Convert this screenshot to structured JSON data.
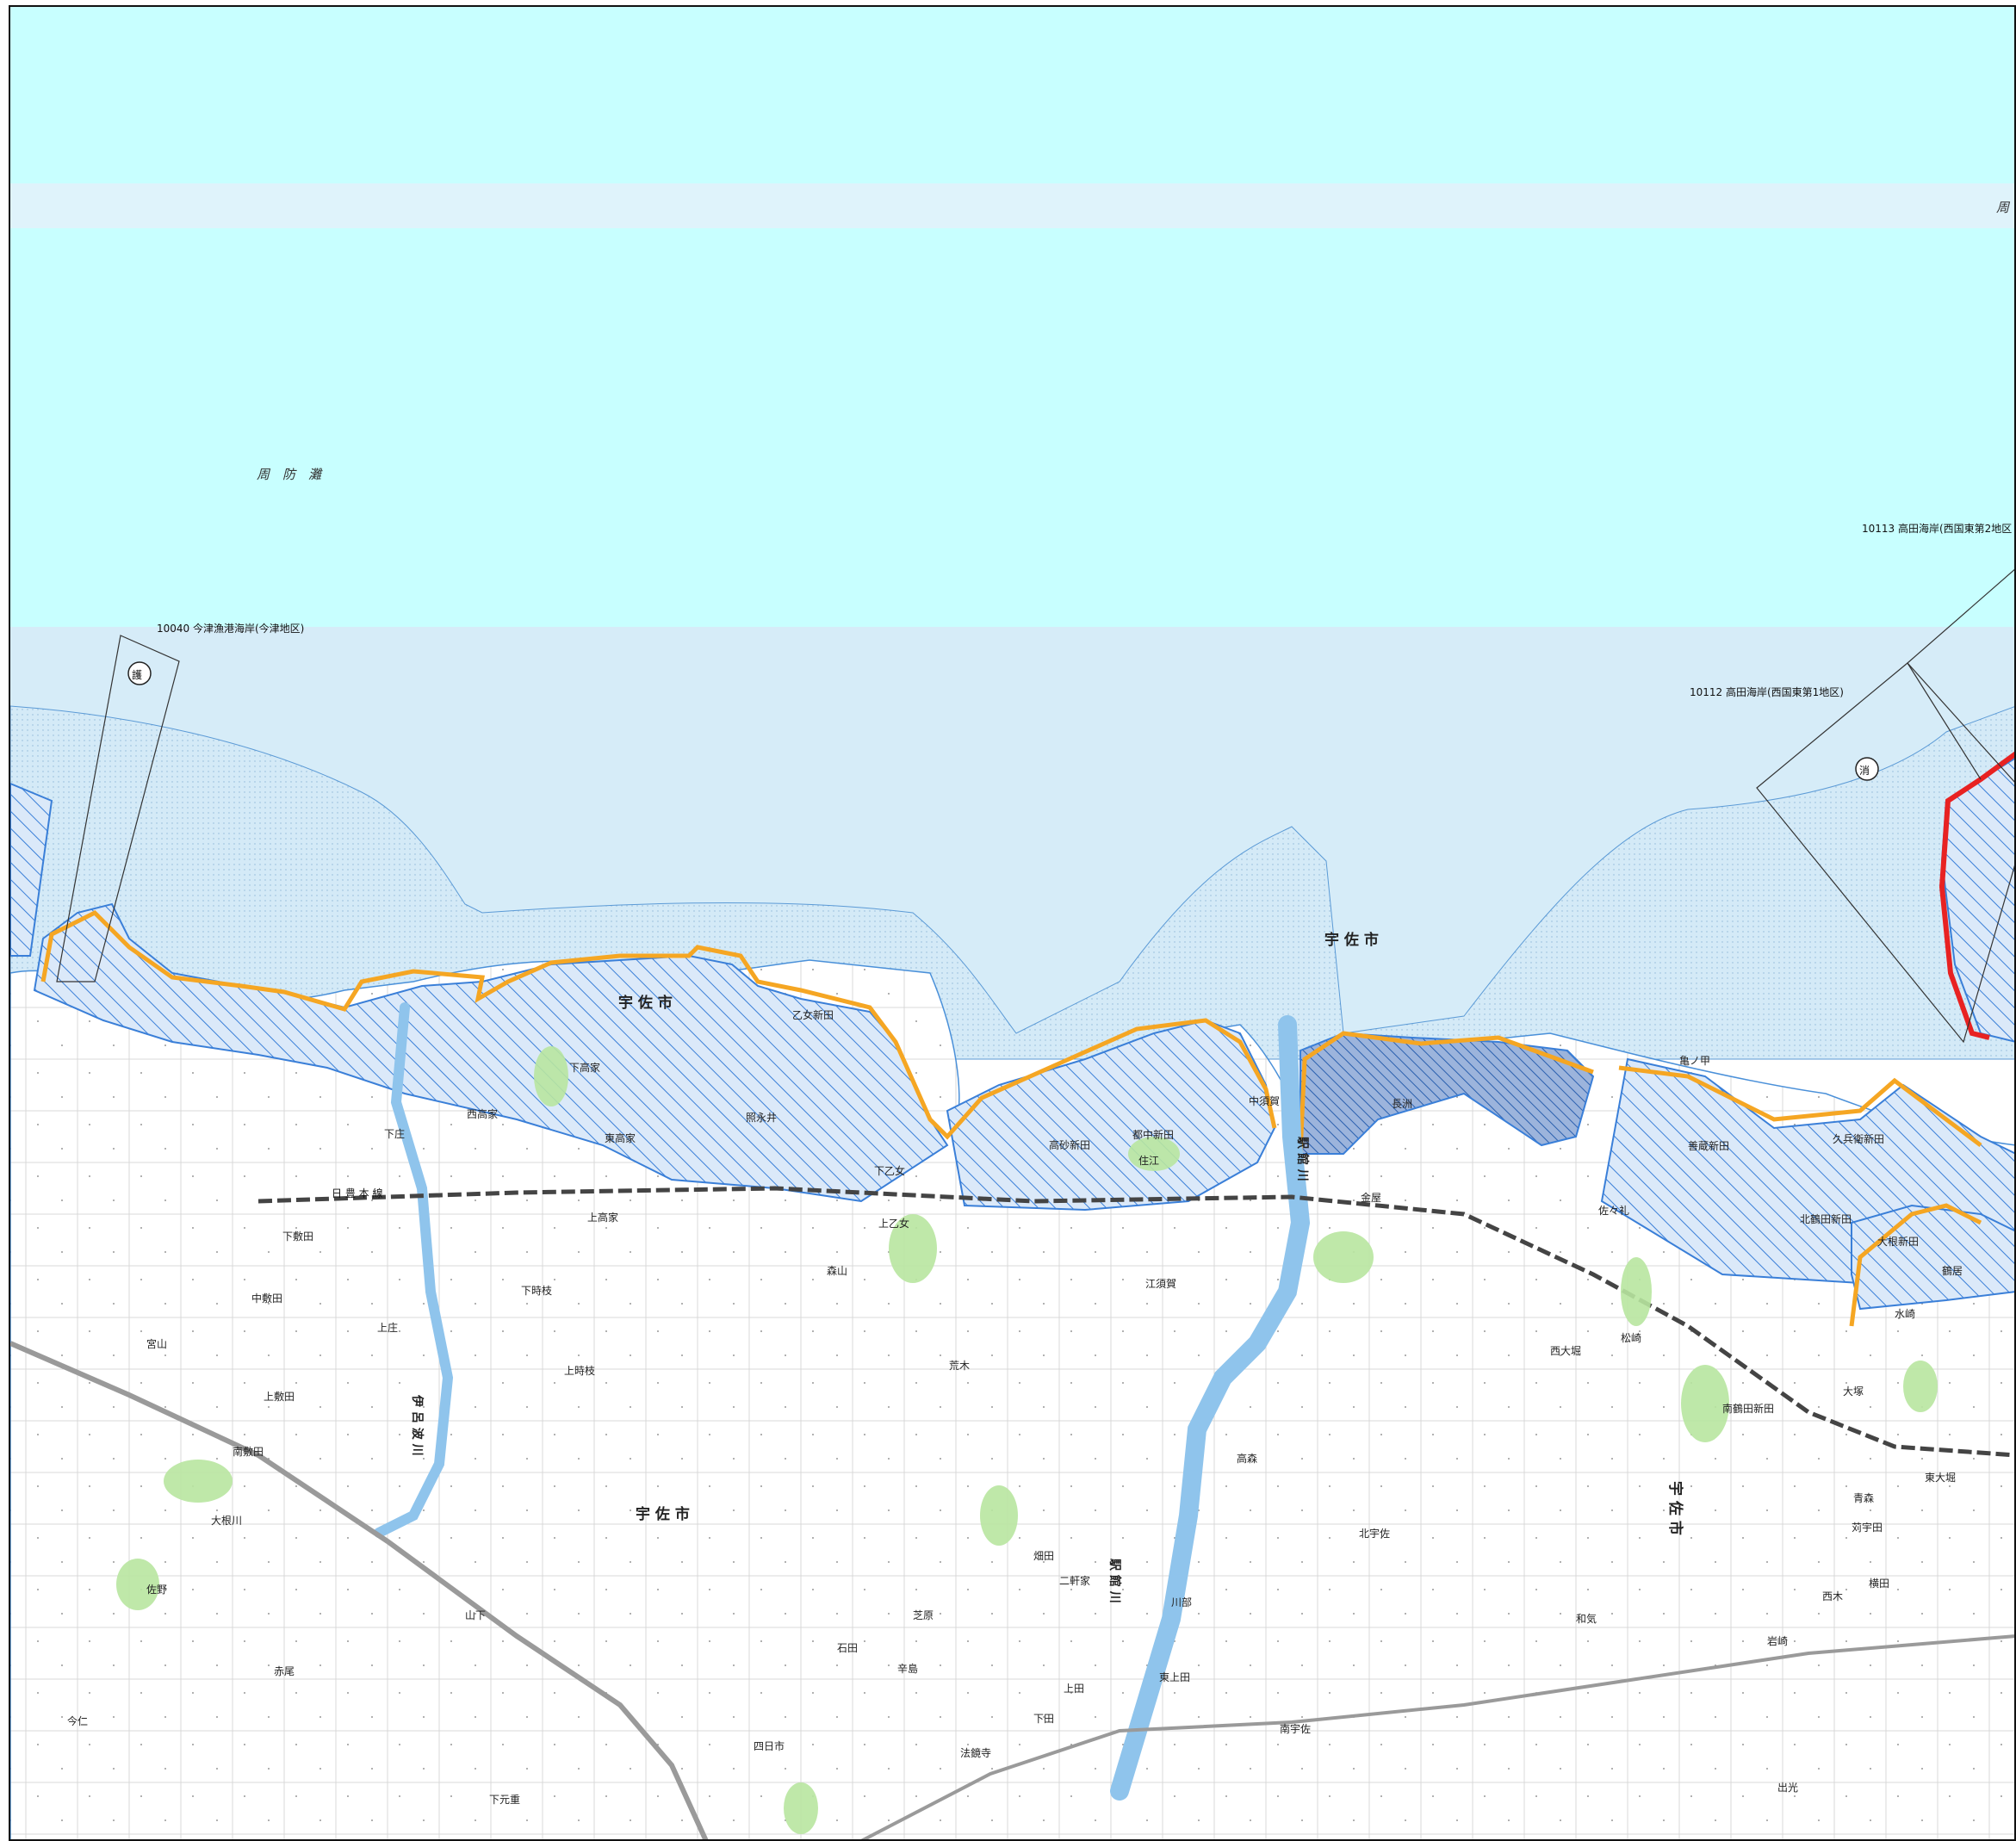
{
  "sea": {
    "label_west": "周　防　灘",
    "label_east": "周"
  },
  "coastal_sections": [
    {
      "code": "10040 今津漁港海岸(今津地区)",
      "symbol": "護"
    },
    {
      "code": "10112 高田海岸(西国東第1地区)",
      "symbol": "消"
    },
    {
      "code": "10113 高田海岸(西国東第2地区",
      "symbol": ""
    }
  ],
  "city_labels": [
    {
      "text": "宇 佐 市"
    },
    {
      "text": "宇 佐 市"
    },
    {
      "text": "宇 佐 市"
    },
    {
      "text": "宇 佐 市"
    }
  ],
  "rivers": [
    {
      "text": "駅 館 川"
    },
    {
      "text": "駅 館 川"
    },
    {
      "text": "伊 呂 波 川"
    }
  ],
  "places": [
    {
      "text": "高砂新田"
    },
    {
      "text": "都中新田"
    },
    {
      "text": "住江"
    },
    {
      "text": "乙女新田"
    },
    {
      "text": "照永井"
    },
    {
      "text": "下乙女"
    },
    {
      "text": "上乙女"
    },
    {
      "text": "森山"
    },
    {
      "text": "江須賀"
    },
    {
      "text": "金屋"
    },
    {
      "text": "西高家"
    },
    {
      "text": "東高家"
    },
    {
      "text": "下高家"
    },
    {
      "text": "上高家"
    },
    {
      "text": "下時枝"
    },
    {
      "text": "上時枝"
    },
    {
      "text": "下庄"
    },
    {
      "text": "上庄"
    },
    {
      "text": "中敷田"
    },
    {
      "text": "下敷田"
    },
    {
      "text": "上敷田"
    },
    {
      "text": "南敷田"
    },
    {
      "text": "宮山"
    },
    {
      "text": "大根川"
    },
    {
      "text": "佐野"
    },
    {
      "text": "赤尾"
    },
    {
      "text": "今仁"
    },
    {
      "text": "下元重"
    },
    {
      "text": "四日市"
    },
    {
      "text": "石田"
    },
    {
      "text": "辛島"
    },
    {
      "text": "法鏡寺"
    },
    {
      "text": "芝原"
    },
    {
      "text": "畑田"
    },
    {
      "text": "二軒家"
    },
    {
      "text": "川部"
    },
    {
      "text": "高森"
    },
    {
      "text": "北宇佐"
    },
    {
      "text": "南宇佐"
    },
    {
      "text": "和気"
    },
    {
      "text": "岩崎"
    },
    {
      "text": "西大堀"
    },
    {
      "text": "松崎"
    },
    {
      "text": "南鶴田新田"
    },
    {
      "text": "北鶴田新田"
    },
    {
      "text": "佐々礼"
    },
    {
      "text": "善蔵新田"
    },
    {
      "text": "久兵衛新田"
    },
    {
      "text": "水崎"
    },
    {
      "text": "大塚"
    },
    {
      "text": "東大堀"
    },
    {
      "text": "青森"
    },
    {
      "text": "苅宇田"
    },
    {
      "text": "西木"
    },
    {
      "text": "横田"
    },
    {
      "text": "出光"
    },
    {
      "text": "長洲"
    },
    {
      "text": "鶴居"
    },
    {
      "text": "下田"
    },
    {
      "text": "荒木"
    },
    {
      "text": "上田"
    },
    {
      "text": "東上田"
    },
    {
      "text": "山下"
    },
    {
      "text": "中須賀"
    },
    {
      "text": "大根新田"
    },
    {
      "text": "亀ノ甲"
    }
  ],
  "railway": {
    "text": "日 豊 本 線"
  },
  "colors": {
    "sea_cyan": "#c8ffff",
    "sea_band": "#dff3fb",
    "sea_near": "#d6ecf8",
    "hatch": "#3a7fd8",
    "coast_orange": "#f5a623",
    "coast_red": "#e82222"
  }
}
